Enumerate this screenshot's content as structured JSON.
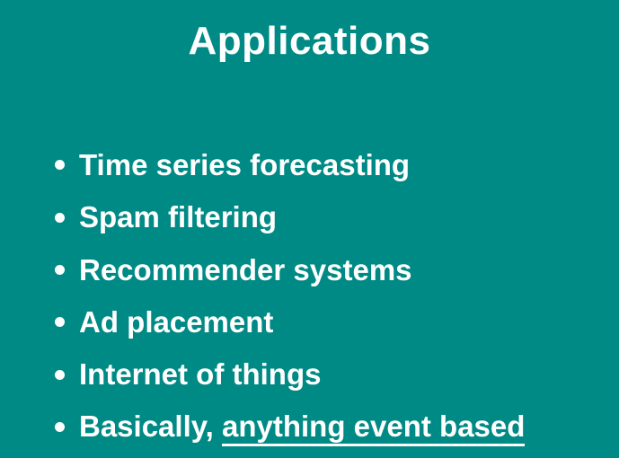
{
  "slide": {
    "title": "Applications",
    "bullets": [
      {
        "text": "Time series forecasting"
      },
      {
        "text": "Spam filtering"
      },
      {
        "text": "Recommender systems"
      },
      {
        "text": "Ad placement"
      },
      {
        "text": "Internet of things"
      },
      {
        "text_prefix": "Basically, ",
        "text_underlined": "anything event based"
      }
    ]
  },
  "colors": {
    "background": "#008a85",
    "text": "#ffffff",
    "underline": "#ffffff"
  }
}
